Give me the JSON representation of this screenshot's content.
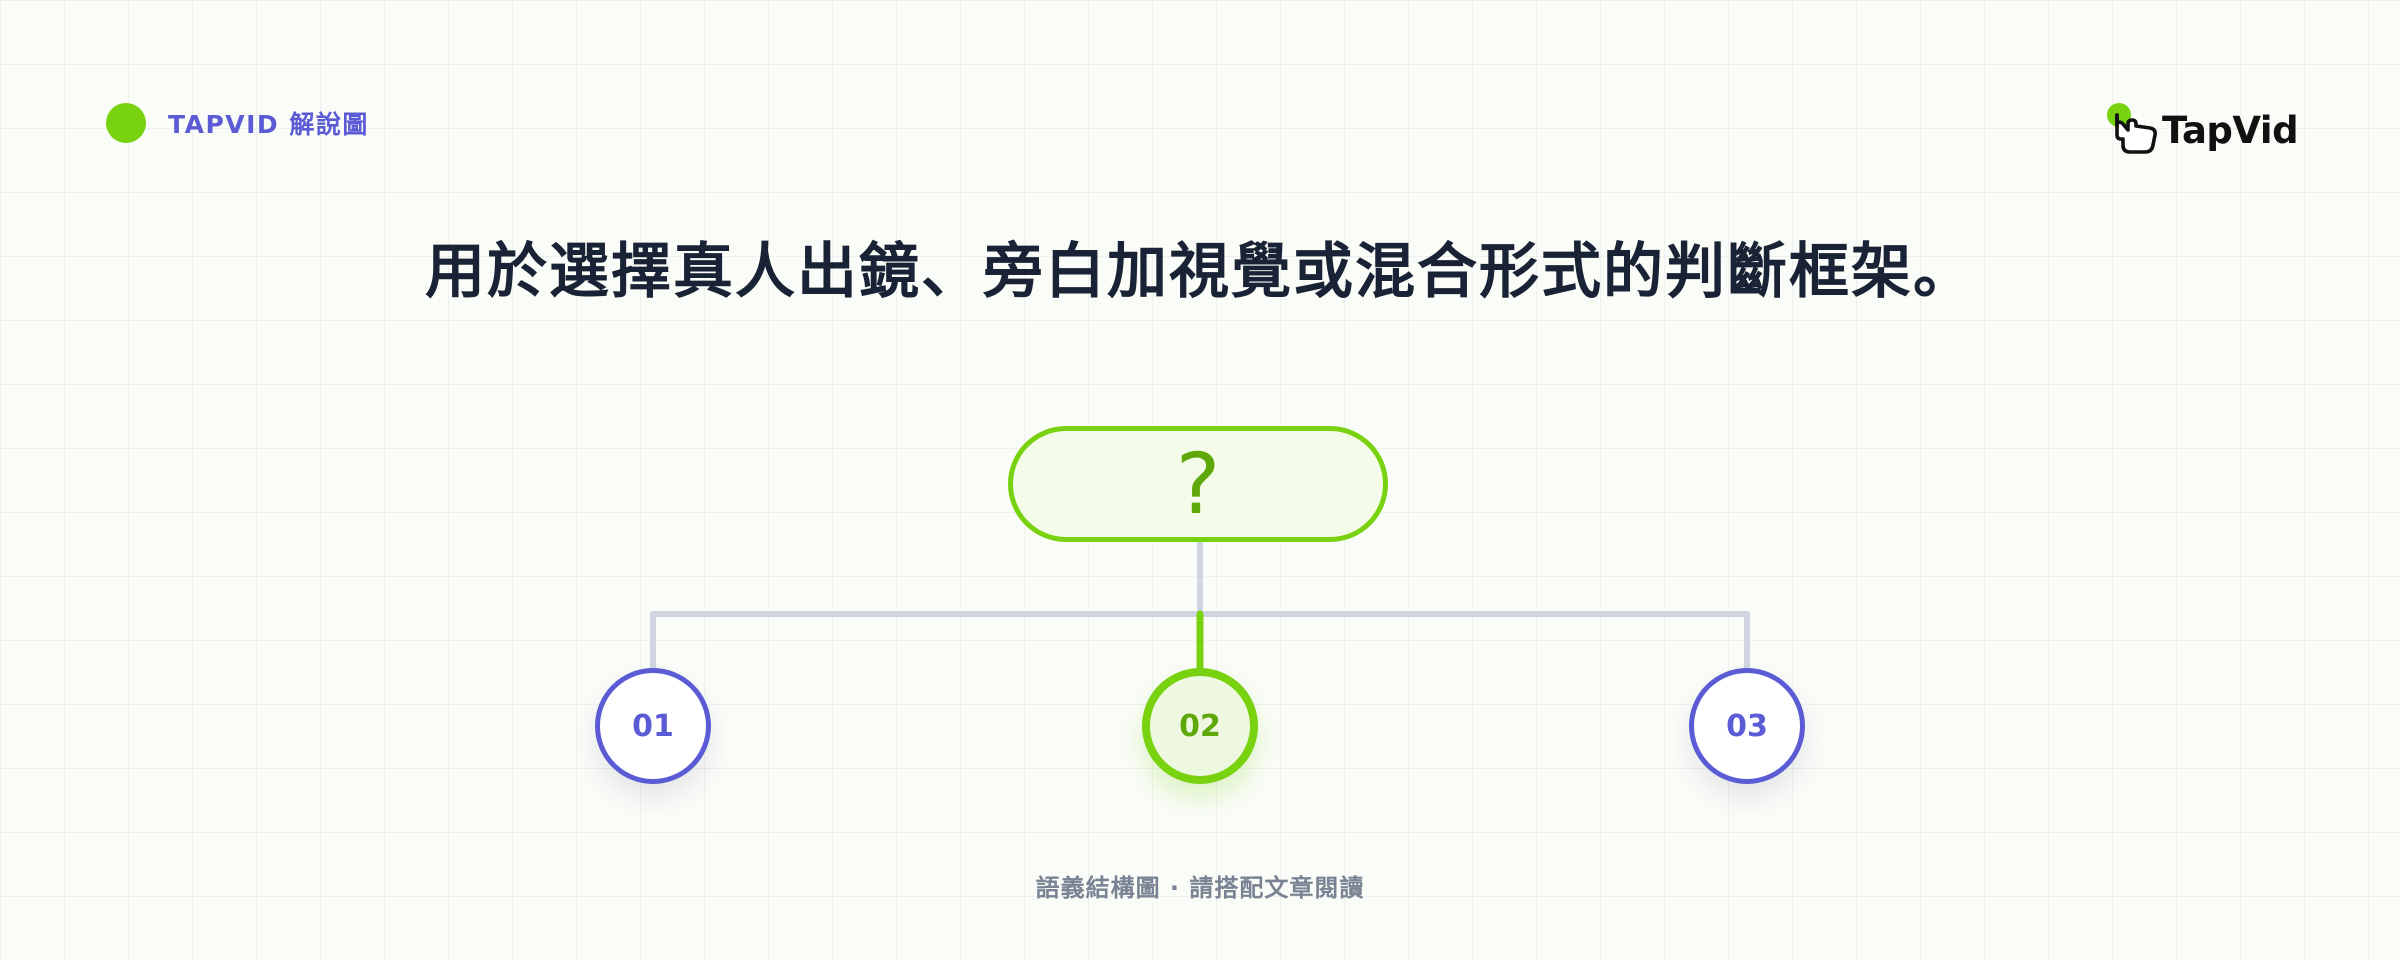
{
  "header": {
    "tag": "TAPVID 解說圖",
    "logo_text": "TapVid",
    "logo_icon": "pointing-hand-icon"
  },
  "title": "用於選擇真人出鏡、旁白加視覺或混合形式的判斷框架。",
  "diagram": {
    "root": {
      "label": "?"
    },
    "options": [
      {
        "label": "01",
        "highlighted": false
      },
      {
        "label": "02",
        "highlighted": true
      },
      {
        "label": "03",
        "highlighted": false
      }
    ]
  },
  "footer": "語義結構圖 · 請搭配文章閱讀",
  "colors": {
    "accent_green": "#79d20f",
    "accent_purple": "#5b5bd6",
    "title_text": "#1a2236",
    "connector": "#cfd5e1"
  }
}
